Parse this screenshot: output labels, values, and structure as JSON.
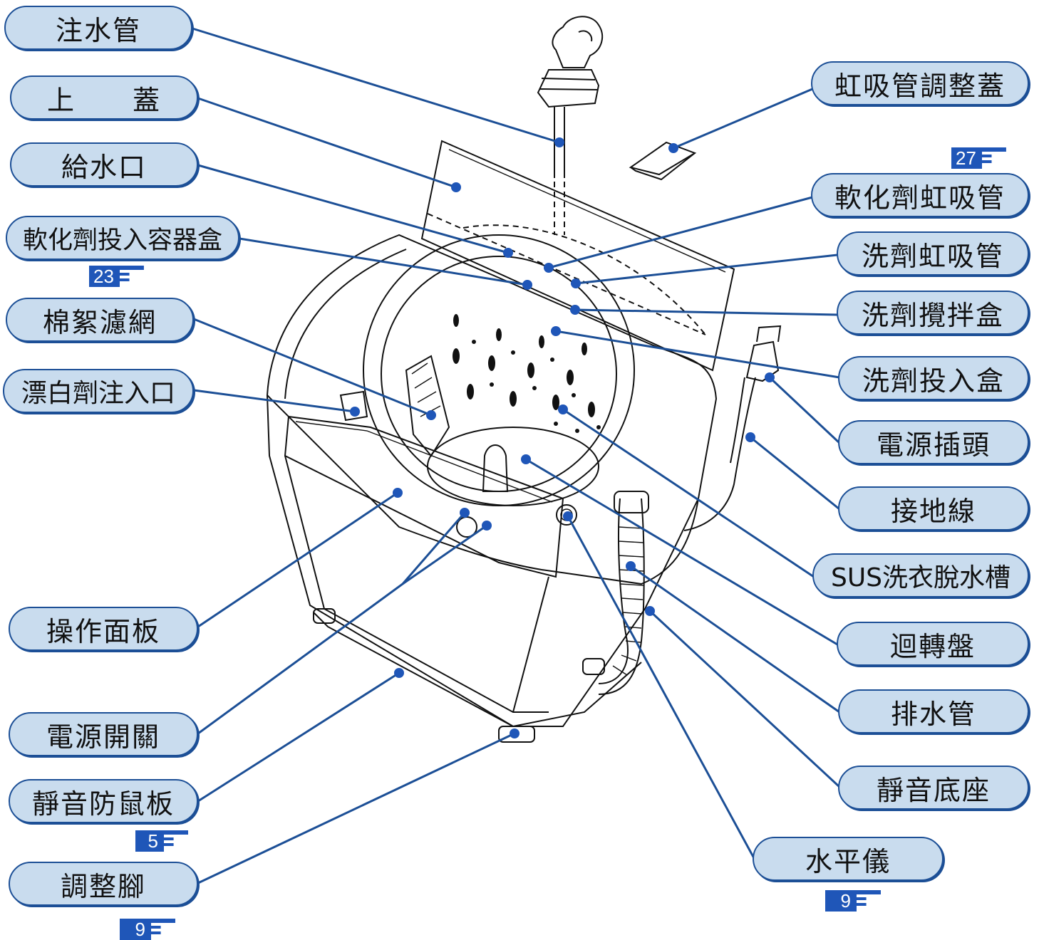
{
  "labels": {
    "inlet_hose": "注水管",
    "top_lid": "上　　蓋",
    "water_inlet": "給水口",
    "softener_box": "軟化劑投入容器盒",
    "lint_filter": "棉絮濾網",
    "bleach_inlet": "漂白劑注入口",
    "control_panel": "操作面板",
    "power_switch": "電源開關",
    "rodent_board": "靜音防鼠板",
    "adjust_foot": "調整腳",
    "siphon_cap": "虹吸管調整蓋",
    "softener_siphon": "軟化劑虹吸管",
    "detergent_siphon": "洗劑虹吸管",
    "detergent_mixer": "洗劑攪拌盒",
    "detergent_box": "洗劑投入盒",
    "power_plug": "電源插頭",
    "ground_wire": "接地線",
    "sus_tub": "SUS洗衣脫水槽",
    "pulsator": "迴轉盤",
    "drain_hose": "排水管",
    "base": "靜音底座",
    "level": "水平儀"
  },
  "page_refs": {
    "softener_box": "23",
    "siphon_cap": "27",
    "rodent_board": "5",
    "adjust_foot": "9",
    "level": "9"
  },
  "colors": {
    "label_fill": "#c9dcee",
    "label_border": "#1c4f96",
    "leader": "#1c4f96",
    "page_ref": "#1f56b8"
  },
  "icons": {
    "page_ref": "pointing-hand-icon",
    "leader_end": "dot-icon"
  }
}
